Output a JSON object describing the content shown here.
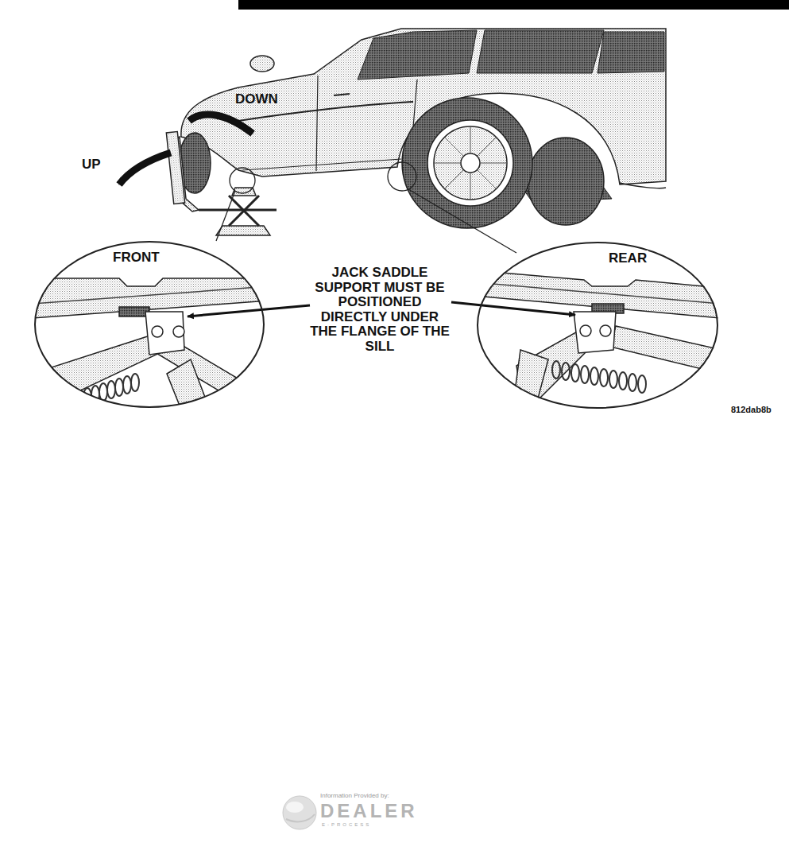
{
  "diagram": {
    "nodes": [
      {
        "text": [
          "FRONT"
        ]
      },
      {
        "text": [
          "REAR"
        ]
      }
    ],
    "labels": [
      "DOWN",
      "UP",
      "JACK SADDLE SUPPORT MUST BE POSITIONED DIRECTLY UNDER THE FLANGE OF THE SILL",
      "812dab8b",
      "Information Provided by:",
      "DEALER",
      "E-PROCESS"
    ]
  }
}
